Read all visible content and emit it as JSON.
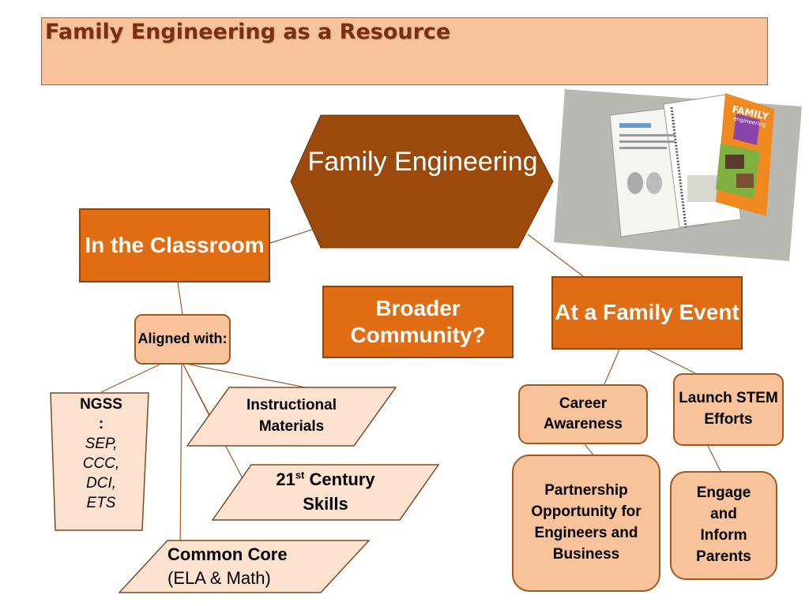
{
  "title": "Family Engineering as a Resource",
  "center": "Family Engineering",
  "in_classroom": "In the Classroom",
  "aligned_with": "Aligned with:",
  "ngss": {
    "heading": "NGSS",
    "colon": ":",
    "items": [
      "SEP,",
      "CCC,",
      "DCI,",
      "ETS"
    ]
  },
  "instructional_materials": "Instructional Materials",
  "century_skills": {
    "num": "21",
    "sup": "st",
    "rest": " Century",
    "line2": "Skills"
  },
  "common_core": {
    "line1": "Common Core",
    "line2": "(ELA & Math)"
  },
  "broader_community": "Broader Community?",
  "family_event": "At a Family Event",
  "career_awareness": "Career Awareness",
  "launch_stem": "Launch STEM Efforts",
  "partnership": "Partnership Opportunity for Engineers and Business",
  "engage_parents": "Engage and Inform Parents",
  "photo": {
    "cover_title": "FAMILY",
    "cover_subtitle": "engineering"
  },
  "colors": {
    "orange_box": "#e06c14",
    "peach_box": "#f8c39a",
    "hexagon": "#9c4a0c",
    "title_text": "#7a3010"
  }
}
